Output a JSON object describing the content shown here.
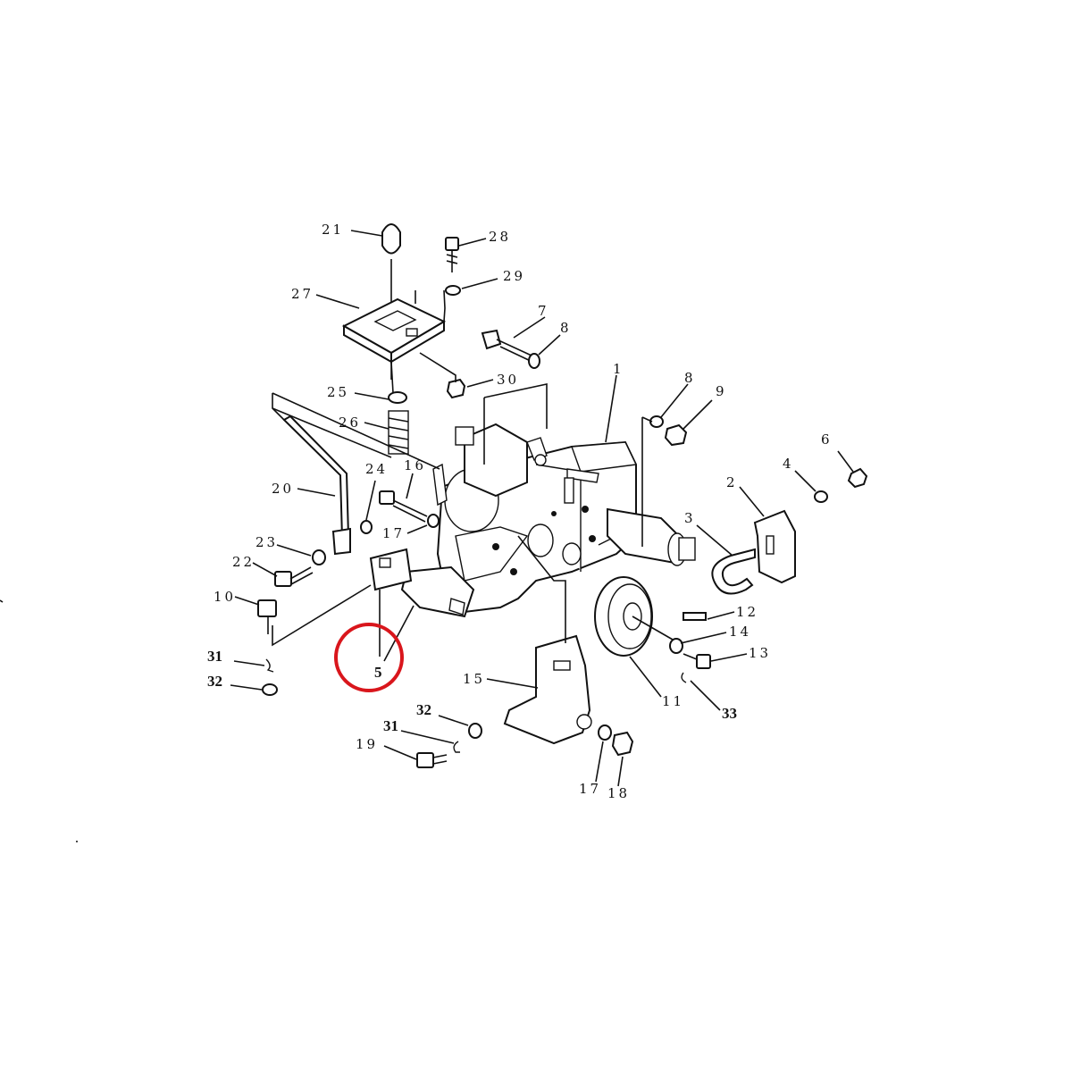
{
  "labels": [
    {
      "id": "21",
      "text": "21"
    },
    {
      "id": "28",
      "text": "28"
    },
    {
      "id": "29",
      "text": "29"
    },
    {
      "id": "27",
      "text": "27"
    },
    {
      "id": "7",
      "text": "7"
    },
    {
      "id": "8a",
      "text": "8"
    },
    {
      "id": "25",
      "text": "25"
    },
    {
      "id": "30",
      "text": "30"
    },
    {
      "id": "1",
      "text": "1"
    },
    {
      "id": "8b",
      "text": "8"
    },
    {
      "id": "9",
      "text": "9"
    },
    {
      "id": "26",
      "text": "26"
    },
    {
      "id": "6",
      "text": "6"
    },
    {
      "id": "4",
      "text": "4"
    },
    {
      "id": "2",
      "text": "2"
    },
    {
      "id": "24",
      "text": "24"
    },
    {
      "id": "16",
      "text": "16"
    },
    {
      "id": "20",
      "text": "20"
    },
    {
      "id": "3",
      "text": "3"
    },
    {
      "id": "17a",
      "text": "17"
    },
    {
      "id": "23",
      "text": "23"
    },
    {
      "id": "22",
      "text": "22"
    },
    {
      "id": "10",
      "text": "10"
    },
    {
      "id": "12",
      "text": "12"
    },
    {
      "id": "14",
      "text": "14"
    },
    {
      "id": "13",
      "text": "13"
    },
    {
      "id": "31a",
      "text": "31"
    },
    {
      "id": "32a",
      "text": "32"
    },
    {
      "id": "5",
      "text": "5"
    },
    {
      "id": "15",
      "text": "15"
    },
    {
      "id": "11",
      "text": "11"
    },
    {
      "id": "33",
      "text": "33"
    },
    {
      "id": "32b",
      "text": "32"
    },
    {
      "id": "31b",
      "text": "31"
    },
    {
      "id": "19",
      "text": "19"
    },
    {
      "id": "17b",
      "text": "17"
    },
    {
      "id": "18",
      "text": "18"
    }
  ],
  "highlight": {
    "label": "5",
    "color": "#d9161c"
  },
  "colors": {
    "ink": "#111111",
    "background": "#ffffff"
  }
}
